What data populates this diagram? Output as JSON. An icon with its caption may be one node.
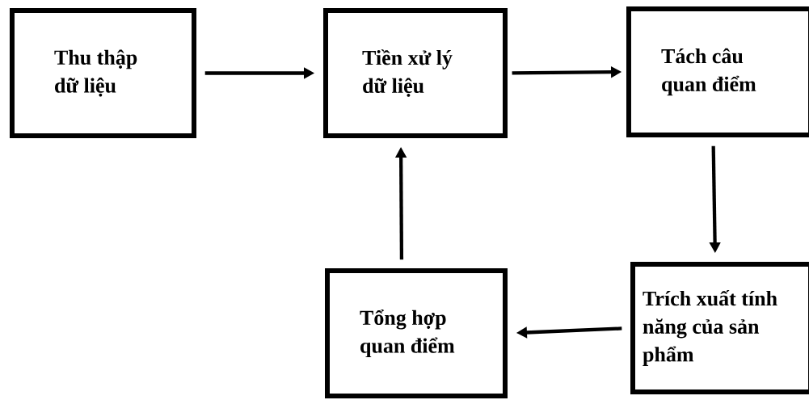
{
  "diagram": {
    "nodes": [
      {
        "text": [
          "Thu thập dữ liệu"
        ]
      },
      {
        "text": [
          "Tiền xử lý dữ liệu"
        ]
      },
      {
        "text": [
          "Tách câu quan điểm"
        ]
      },
      {
        "text": [
          "Trích xuất tính năng của sản phẩm"
        ]
      },
      {
        "text": [
          "Tổng hợp quan điểm"
        ]
      }
    ],
    "edges": [
      {
        "from": 0,
        "to": 1,
        "arrow": "to"
      },
      {
        "from": 1,
        "to": 2,
        "arrow": "to"
      },
      {
        "from": 2,
        "to": 3,
        "arrow": "to"
      },
      {
        "from": 3,
        "to": 4,
        "arrow": "to"
      },
      {
        "from": 4,
        "to": 1,
        "arrow": "to"
      }
    ]
  }
}
